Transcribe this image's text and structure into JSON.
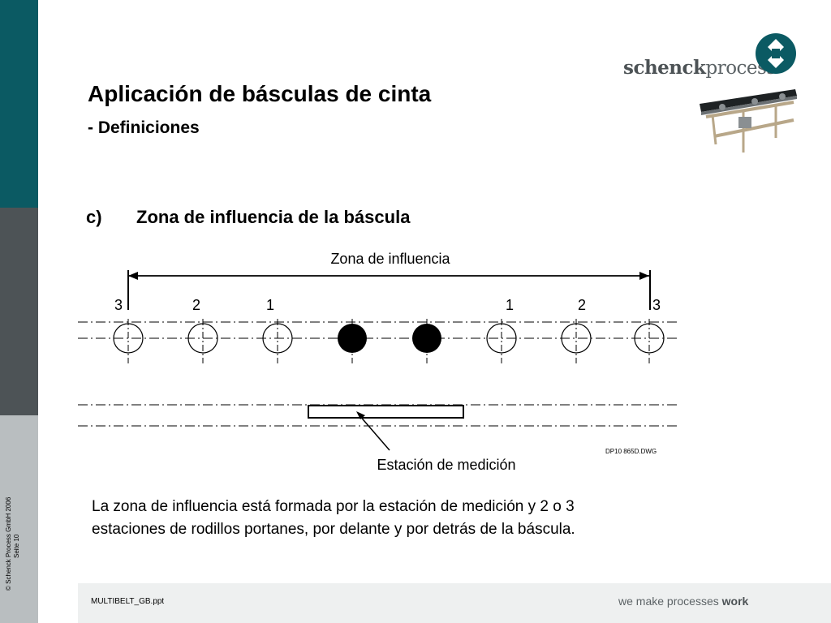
{
  "sidebar": {
    "copyright": "© Schenck Process GmbH 2006",
    "page": "Seite 10"
  },
  "logo": {
    "brand_bold": "schenck",
    "brand_light": "process",
    "mark_color": "#0b5a63"
  },
  "title": "Aplicación de básculas de cinta",
  "subtitle": "- Definiciones",
  "section": {
    "label": "c)",
    "heading": "Zona de influencia de la báscula"
  },
  "diagram": {
    "zone_label": "Zona de influencia",
    "station_numbers": [
      "3",
      "2",
      "1",
      "1",
      "2",
      "3"
    ],
    "measuring_station_label": "Estación de medición",
    "drawing_ref": "DP10 865D.DWG"
  },
  "body": {
    "line1": "La zona de influencia está formada por la estación de medición y 2 o 3",
    "line2": "estaciones de rodillos portanes, por delante y por detrás de la báscula."
  },
  "footer": {
    "filename": "MULTIBELT_GB.ppt",
    "slogan_1": "we make ",
    "slogan_2": "processes",
    "slogan_3": " work"
  }
}
